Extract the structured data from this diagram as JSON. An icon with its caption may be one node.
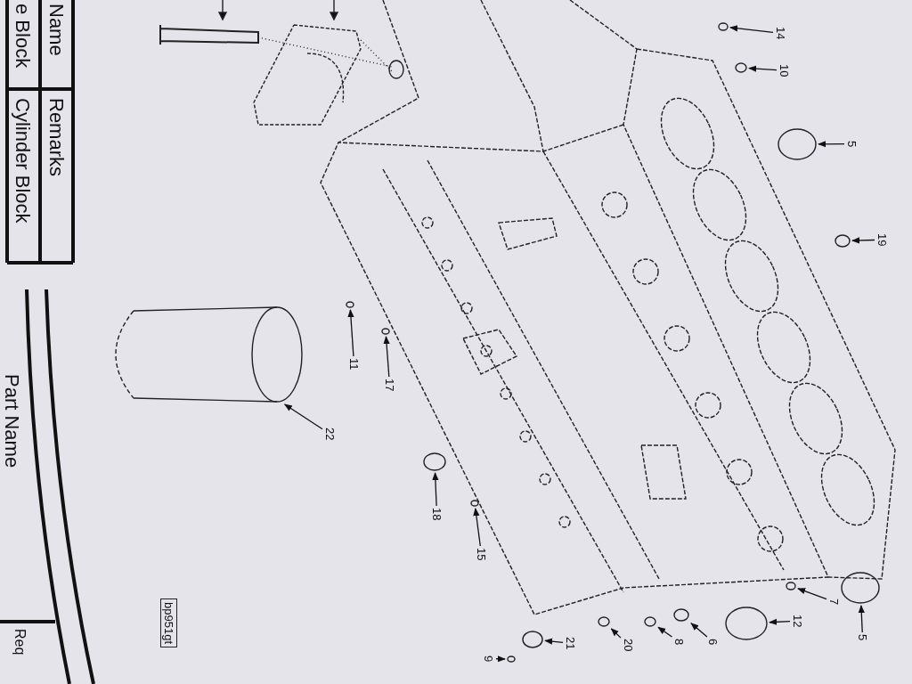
{
  "diagram": {
    "nodes": [
      {
        "text": [
          "14"
        ]
      },
      {
        "text": [
          "10"
        ]
      },
      {
        "text": [
          "5"
        ]
      },
      {
        "text": [
          "19"
        ]
      },
      {
        "text": [
          "11"
        ]
      },
      {
        "text": [
          "17"
        ]
      },
      {
        "text": [
          "22"
        ]
      },
      {
        "text": [
          "18"
        ]
      },
      {
        "text": [
          "15"
        ]
      },
      {
        "text": [
          "7"
        ]
      },
      {
        "text": [
          "12"
        ]
      },
      {
        "text": [
          "5"
        ]
      },
      {
        "text": [
          "6"
        ]
      },
      {
        "text": [
          "8"
        ]
      },
      {
        "text": [
          "20"
        ]
      },
      {
        "text": [
          "21"
        ]
      },
      {
        "text": [
          "9"
        ]
      },
      {
        "text": [
          "bp951gt"
        ]
      },
      {
        "text": [],
        "shape": "circle"
      },
      {
        "text": [],
        "shape": "circle"
      },
      {
        "text": [],
        "shape": "circle"
      },
      {
        "text": [],
        "shape": "circle"
      },
      {
        "text": [],
        "shape": "circle"
      },
      {
        "text": [],
        "shape": "circle"
      },
      {
        "text": [],
        "shape": "cylinder"
      },
      {
        "text": [],
        "shape": "circle"
      },
      {
        "text": [],
        "shape": "circle"
      },
      {
        "text": [],
        "shape": "circle"
      },
      {
        "text": [],
        "shape": "circle"
      },
      {
        "text": [],
        "shape": "circle"
      },
      {
        "text": [],
        "shape": "circle"
      },
      {
        "text": [],
        "shape": "circle"
      },
      {
        "text": [],
        "shape": "circle"
      },
      {
        "text": [],
        "shape": "circle"
      },
      {
        "text": [],
        "shape": "circle"
      }
    ],
    "edges": [
      {
        "from": 0,
        "to": 18,
        "arrow": "to"
      },
      {
        "from": 1,
        "to": 19,
        "arrow": "to"
      },
      {
        "from": 2,
        "to": 20,
        "arrow": "to"
      },
      {
        "from": 3,
        "to": 21,
        "arrow": "to"
      },
      {
        "from": 4,
        "to": 22,
        "arrow": "to"
      },
      {
        "from": 5,
        "to": 23,
        "arrow": "to"
      },
      {
        "from": 6,
        "to": 24,
        "arrow": "to"
      },
      {
        "from": 7,
        "to": 25,
        "arrow": "to"
      },
      {
        "from": 8,
        "to": 26,
        "arrow": "to"
      },
      {
        "from": 9,
        "to": 27,
        "arrow": "to"
      },
      {
        "from": 10,
        "to": 28,
        "arrow": "to"
      },
      {
        "from": 11,
        "to": 29,
        "arrow": "to"
      },
      {
        "from": 12,
        "to": 30,
        "arrow": "to"
      },
      {
        "from": 13,
        "to": 31,
        "arrow": "to"
      },
      {
        "from": 14,
        "to": 32,
        "arrow": "to"
      },
      {
        "from": 15,
        "to": 33,
        "arrow": "to"
      },
      {
        "from": 16,
        "to": 34,
        "arrow": "to"
      }
    ],
    "labels": [
      "Name",
      "e Block",
      "Remarks",
      "Cylinder Block",
      "Part Name",
      "Req"
    ]
  }
}
